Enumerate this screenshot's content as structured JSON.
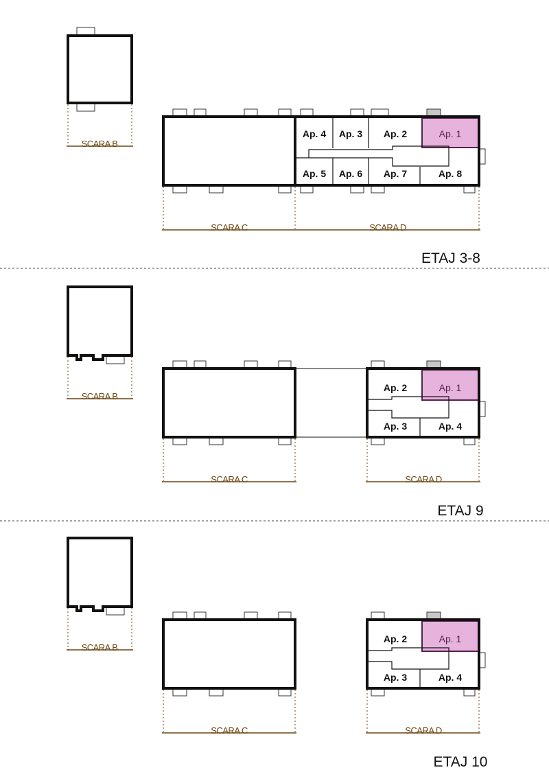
{
  "colors": {
    "wall": "#111111",
    "highlight": "#e6b3dd",
    "highlight_border": "#5a2050",
    "dimension": "#6b4510",
    "separator": "#444444",
    "tab_gray": "#c8c8c8"
  },
  "sections": [
    {
      "floor_label": "ETAJ 3-8",
      "stair_b": "SCARA B",
      "stair_c": "SCARA C",
      "stair_d": "SCARA D",
      "apartments": [
        "Ap. 1",
        "Ap. 2",
        "Ap. 3",
        "Ap. 4",
        "Ap. 5",
        "Ap. 6",
        "Ap. 7",
        "Ap. 8"
      ],
      "highlighted": "Ap. 1"
    },
    {
      "floor_label": "ETAJ 9",
      "stair_b": "SCARA B",
      "stair_c": "SCARA C",
      "stair_d": "SCARA D",
      "apartments": [
        "Ap. 1",
        "Ap. 2",
        "Ap. 3",
        "Ap. 4"
      ],
      "highlighted": "Ap. 1"
    },
    {
      "floor_label": "ETAJ 10",
      "stair_b": "SCARA B",
      "stair_c": "SCARA C",
      "stair_d": "SCARA D",
      "apartments": [
        "Ap. 1",
        "Ap. 2",
        "Ap. 3",
        "Ap. 4"
      ],
      "highlighted": "Ap. 1"
    }
  ]
}
